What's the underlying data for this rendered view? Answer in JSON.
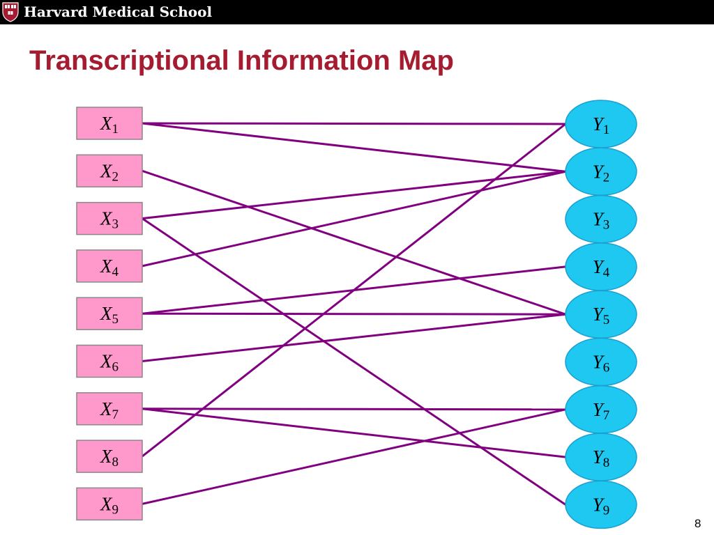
{
  "header": {
    "institution": "Harvard Medical School",
    "logo_icon": "harvard-veritas-shield-icon"
  },
  "slide": {
    "title": "Transcriptional Information Map",
    "page_number": "8"
  },
  "colors": {
    "banner": "#000000",
    "title": "#a51c30",
    "x_node_fill": "#ff99cc",
    "x_node_border": "#888888",
    "y_node_fill": "#1ec8f0",
    "y_node_border": "#1a9fd0",
    "edge": "#800080"
  },
  "diagram": {
    "x_nodes": [
      {
        "id": "X1",
        "letter": "X",
        "sub": "1"
      },
      {
        "id": "X2",
        "letter": "X",
        "sub": "2"
      },
      {
        "id": "X3",
        "letter": "X",
        "sub": "3"
      },
      {
        "id": "X4",
        "letter": "X",
        "sub": "4"
      },
      {
        "id": "X5",
        "letter": "X",
        "sub": "5"
      },
      {
        "id": "X6",
        "letter": "X",
        "sub": "6"
      },
      {
        "id": "X7",
        "letter": "X",
        "sub": "7"
      },
      {
        "id": "X8",
        "letter": "X",
        "sub": "8"
      },
      {
        "id": "X9",
        "letter": "X",
        "sub": "9"
      }
    ],
    "y_nodes": [
      {
        "id": "Y1",
        "letter": "Y",
        "sub": "1"
      },
      {
        "id": "Y2",
        "letter": "Y",
        "sub": "2"
      },
      {
        "id": "Y3",
        "letter": "Y",
        "sub": "3"
      },
      {
        "id": "Y4",
        "letter": "Y",
        "sub": "4"
      },
      {
        "id": "Y5",
        "letter": "Y",
        "sub": "5"
      },
      {
        "id": "Y6",
        "letter": "Y",
        "sub": "6"
      },
      {
        "id": "Y7",
        "letter": "Y",
        "sub": "7"
      },
      {
        "id": "Y8",
        "letter": "Y",
        "sub": "8"
      },
      {
        "id": "Y9",
        "letter": "Y",
        "sub": "9"
      }
    ],
    "edges": [
      {
        "from": "X1",
        "to": "Y1"
      },
      {
        "from": "X1",
        "to": "Y2"
      },
      {
        "from": "X2",
        "to": "Y5"
      },
      {
        "from": "X3",
        "to": "Y2"
      },
      {
        "from": "X3",
        "to": "Y9"
      },
      {
        "from": "X4",
        "to": "Y2"
      },
      {
        "from": "X5",
        "to": "Y4"
      },
      {
        "from": "X5",
        "to": "Y5"
      },
      {
        "from": "X6",
        "to": "Y5"
      },
      {
        "from": "X7",
        "to": "Y7"
      },
      {
        "from": "X7",
        "to": "Y8"
      },
      {
        "from": "X8",
        "to": "Y1"
      },
      {
        "from": "X9",
        "to": "Y7"
      }
    ]
  }
}
